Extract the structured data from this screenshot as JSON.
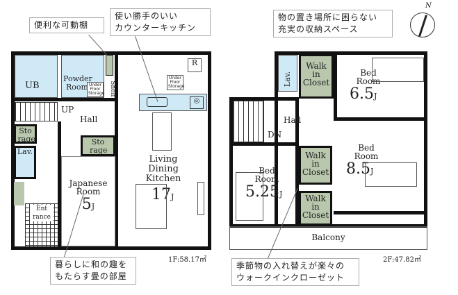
{
  "floor1": {
    "callouts": [
      "便利な可動棚",
      "使い勝手のいい\nカウンターキッチン",
      "暮らしに和の趣を\nもたらす畳の部屋"
    ],
    "rooms": {
      "ub": "UB",
      "powder": "Powder Room",
      "storage_small": "Storage",
      "shelf": "Shelf",
      "up": "UP",
      "hall": "Hall",
      "storage_left": "Sto rage",
      "lav": "Lav.",
      "entrance": "Ent rance",
      "storage_jp": "Sto rage",
      "japanese": "Japanese Room",
      "japanese_size": "5",
      "ldk": "Living Dining Kitchen",
      "ldk_size": "17",
      "fridge": "R",
      "under_floor": "Under Floor Storage"
    },
    "unit": "J",
    "area": "1F:58.17㎡"
  },
  "floor2": {
    "callouts": [
      "物の置き場所に困らない\n充実の収納スペース",
      "季節物の入れ替えが楽々の\nウォークインクローゼット"
    ],
    "rooms": {
      "lav": "Lav.",
      "wic1": "Walk in Closet",
      "wic2": "Walk in Closet",
      "wic3": "Walk in Closet",
      "bed1": "Bed Room",
      "bed1_size": "6.5",
      "bed2": "Bed Room",
      "bed2_size": "8.5",
      "bed3": "Bed Room",
      "bed3_size": "5.25",
      "hall": "Hall",
      "dn": "DN",
      "balcony": "Balcony"
    },
    "unit": "J",
    "area": "2F:47.82㎡",
    "compass": "N"
  }
}
